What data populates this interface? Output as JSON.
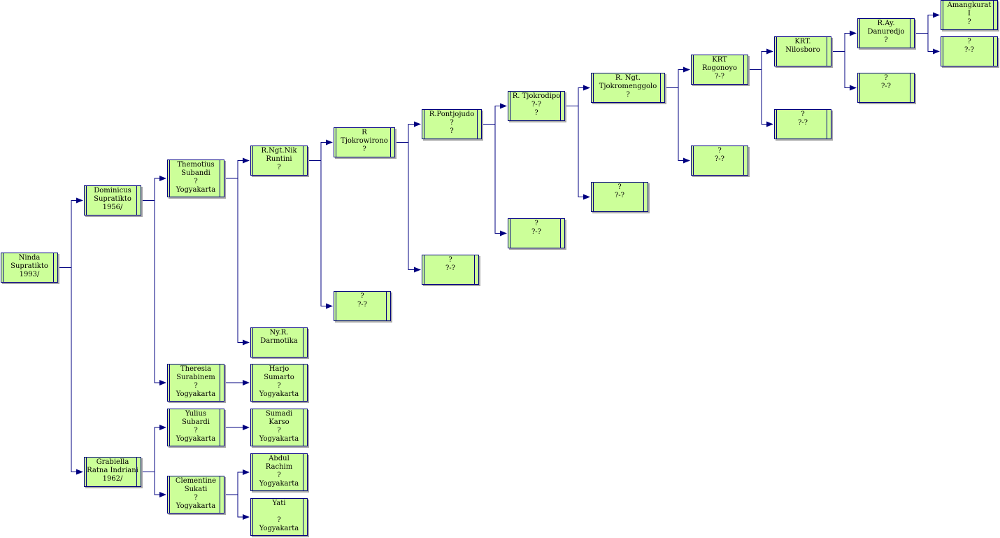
{
  "nodes": [
    {
      "id": "n01",
      "lines": [
        "Ninda",
        "Supratikto",
        "1993/"
      ]
    },
    {
      "id": "n02",
      "lines": [
        "Dominicus",
        "Supratikto",
        "1956/"
      ]
    },
    {
      "id": "n03",
      "lines": [
        "Grabiella",
        "Ratna Indriani",
        "1962/"
      ]
    },
    {
      "id": "n04",
      "lines": [
        "Themotius",
        "Subandi",
        "?",
        "Yogyakarta"
      ]
    },
    {
      "id": "n05",
      "lines": [
        "Theresia",
        "Surabinem",
        "?",
        "Yogyakarta"
      ]
    },
    {
      "id": "n06",
      "lines": [
        "Yulius",
        "Subardi",
        "?",
        "Yogyakarta"
      ]
    },
    {
      "id": "n07",
      "lines": [
        "Clementine",
        "Sukati",
        "?",
        "Yogyakarta"
      ]
    },
    {
      "id": "n08",
      "lines": [
        "R.Ngt.Nik",
        "Runtini",
        "?"
      ]
    },
    {
      "id": "n09",
      "lines": [
        "Ny.R.",
        "Darmotika"
      ]
    },
    {
      "id": "n10",
      "lines": [
        "Harjo",
        "Sumarto",
        "?",
        "Yogyakarta"
      ]
    },
    {
      "id": "n11",
      "lines": [
        "Sumadi",
        "Karso",
        "?",
        "Yogyakarta"
      ]
    },
    {
      "id": "n12",
      "lines": [
        "Abdul",
        "Rachim",
        "?",
        "Yogyakarta"
      ]
    },
    {
      "id": "n13",
      "lines": [
        "Yati",
        "",
        "?",
        "Yogyakarta"
      ]
    },
    {
      "id": "n14",
      "lines": [
        "R",
        "Tjokrowirono",
        "?"
      ]
    },
    {
      "id": "n15",
      "lines": [
        "?",
        "?-?"
      ]
    },
    {
      "id": "n16",
      "lines": [
        "R.Pontjojudo",
        "?",
        "?"
      ]
    },
    {
      "id": "n17",
      "lines": [
        "?",
        "?-?"
      ]
    },
    {
      "id": "n18",
      "lines": [
        "R. Tjokrodipo",
        "?-?",
        "?"
      ]
    },
    {
      "id": "n19",
      "lines": [
        "?",
        "?-?"
      ]
    },
    {
      "id": "n20",
      "lines": [
        "R. Ngt.",
        "Tjokromenggolo",
        "?"
      ]
    },
    {
      "id": "n21",
      "lines": [
        "?",
        "?-?"
      ]
    },
    {
      "id": "n22",
      "lines": [
        "KRT",
        "Rogonoyo",
        "?-?"
      ]
    },
    {
      "id": "n23",
      "lines": [
        "?",
        "?-?"
      ]
    },
    {
      "id": "n24",
      "lines": [
        "KRT.",
        "Nilosboro"
      ]
    },
    {
      "id": "n25",
      "lines": [
        "?",
        "?-?"
      ]
    },
    {
      "id": "n26",
      "lines": [
        "R.Ay.",
        "Danuredjo",
        "?"
      ]
    },
    {
      "id": "n27",
      "lines": [
        "?",
        "?-?"
      ]
    },
    {
      "id": "n28",
      "lines": [
        "Amangkurat",
        "I",
        "?"
      ]
    },
    {
      "id": "n29",
      "lines": [
        "?",
        "?-?"
      ]
    }
  ],
  "edges": [
    [
      "n01",
      "n02"
    ],
    [
      "n01",
      "n03"
    ],
    [
      "n02",
      "n04"
    ],
    [
      "n02",
      "n05"
    ],
    [
      "n03",
      "n06"
    ],
    [
      "n03",
      "n07"
    ],
    [
      "n04",
      "n08"
    ],
    [
      "n04",
      "n09"
    ],
    [
      "n05",
      "n10"
    ],
    [
      "n06",
      "n11"
    ],
    [
      "n07",
      "n12"
    ],
    [
      "n07",
      "n13"
    ],
    [
      "n08",
      "n14"
    ],
    [
      "n08",
      "n15"
    ],
    [
      "n14",
      "n16"
    ],
    [
      "n14",
      "n17"
    ],
    [
      "n16",
      "n18"
    ],
    [
      "n16",
      "n19"
    ],
    [
      "n18",
      "n20"
    ],
    [
      "n18",
      "n21"
    ],
    [
      "n20",
      "n22"
    ],
    [
      "n20",
      "n23"
    ],
    [
      "n22",
      "n24"
    ],
    [
      "n22",
      "n25"
    ],
    [
      "n24",
      "n26"
    ],
    [
      "n24",
      "n27"
    ],
    [
      "n26",
      "n28"
    ],
    [
      "n26",
      "n29"
    ]
  ],
  "colors": {
    "node_fill": "#ccff99",
    "node_border": "#000080",
    "connector": "#000080",
    "shadow": "#a8a8a8",
    "text": "#000000"
  }
}
